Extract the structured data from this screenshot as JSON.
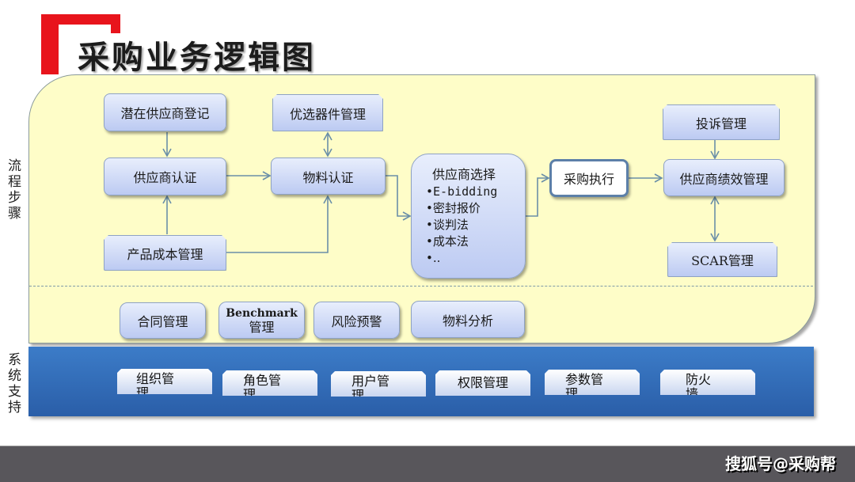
{
  "title": "采购业务逻辑图",
  "side_labels": {
    "process": "流程步骤",
    "system": "系统支持"
  },
  "colors": {
    "accent_red": "#e8141c",
    "panel_yellow": "#fefdc8",
    "band_blue": "#3c7cc8",
    "box_blue": "#bccaf2",
    "connector": "#6a8fa8",
    "footer": "#58565b"
  },
  "process_nodes": {
    "potential_supplier_registration": "潜在供应商登记",
    "supplier_certification": "供应商认证",
    "product_cost_management": "产品成本管理",
    "preferred_parts_management": "优选器件管理",
    "material_certification": "物料认证",
    "supplier_selection": {
      "title": "供应商选择",
      "items": [
        "•E-bidding",
        "•密封报价",
        "•谈判法",
        "•成本法",
        "•.."
      ]
    },
    "procurement_execution": "采购执行",
    "complaint_management": "投诉管理",
    "supplier_performance_management": "供应商绩效管理",
    "scar_management": "SCAR管理"
  },
  "support_modules": [
    {
      "line1": "合同管理",
      "line2": ""
    },
    {
      "line1": "Benchmark",
      "line2": "管理"
    },
    {
      "line1": "风险预警",
      "line2": ""
    },
    {
      "line1": "物料分析",
      "line2": ""
    }
  ],
  "system_modules": [
    {
      "line1": "组织管",
      "line2": "理"
    },
    {
      "line1": "角色管",
      "line2": "理"
    },
    {
      "line1": "用户管",
      "line2": "理"
    },
    {
      "line1": "权限管理",
      "line2": ""
    },
    {
      "line1": "参数管",
      "line2": "理"
    },
    {
      "line1": "防火",
      "line2": "墙"
    }
  ],
  "watermark": "搜狐号@采购帮"
}
